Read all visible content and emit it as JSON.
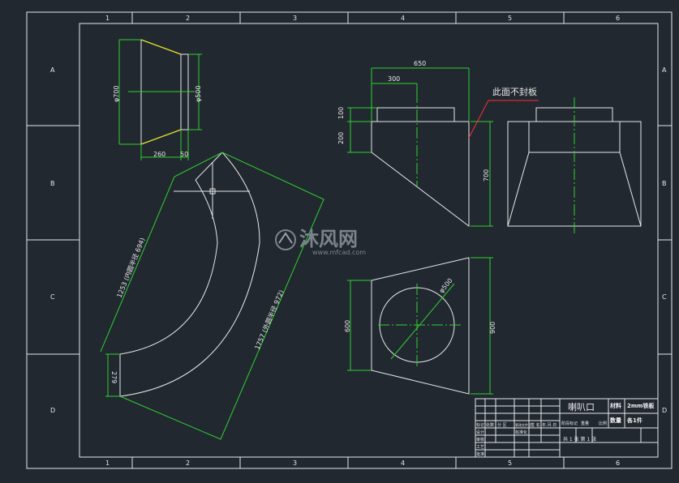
{
  "frame": {
    "col_numbers": [
      "1",
      "2",
      "3",
      "4",
      "5",
      "6"
    ],
    "row_letters": [
      "A",
      "B",
      "C",
      "D"
    ]
  },
  "dims": {
    "front_dia_large": "φ700",
    "front_dia_small": "φ500",
    "front_len_1": "260",
    "front_len_2": "50",
    "side_650": "650",
    "side_300": "300",
    "side_100": "100",
    "side_200": "200",
    "side_700": "700",
    "plan_600": "600",
    "plan_900": "900",
    "plan_dia": "φ500",
    "dev_279": "279",
    "dev_inner": "1253 (内圆半径 694)",
    "dev_outer": "1757 (外圆半径 972)"
  },
  "note": "此面不封板",
  "watermark": {
    "brand": "沐风网",
    "url": "www.mfcad.com"
  },
  "title_block": {
    "part_name": "喇叭口",
    "material_label": "材料",
    "material_value": "2mm铁板",
    "qty_label": "数量",
    "qty_value": "各1件",
    "cells": [
      "标记",
      "处数",
      "分 区",
      "更改文件号",
      "签 名",
      "年.月.日",
      "阶段标记",
      "重量",
      "比例",
      "设计",
      "标准化",
      "审核",
      "工艺",
      "批准",
      "共 1 张 第 1 张"
    ]
  },
  "colors": {
    "background": "#212830",
    "line": "#e8e8e8",
    "dimension": "#2fd12f",
    "highlight": "#e6e62c",
    "leader": "#ff3030"
  }
}
